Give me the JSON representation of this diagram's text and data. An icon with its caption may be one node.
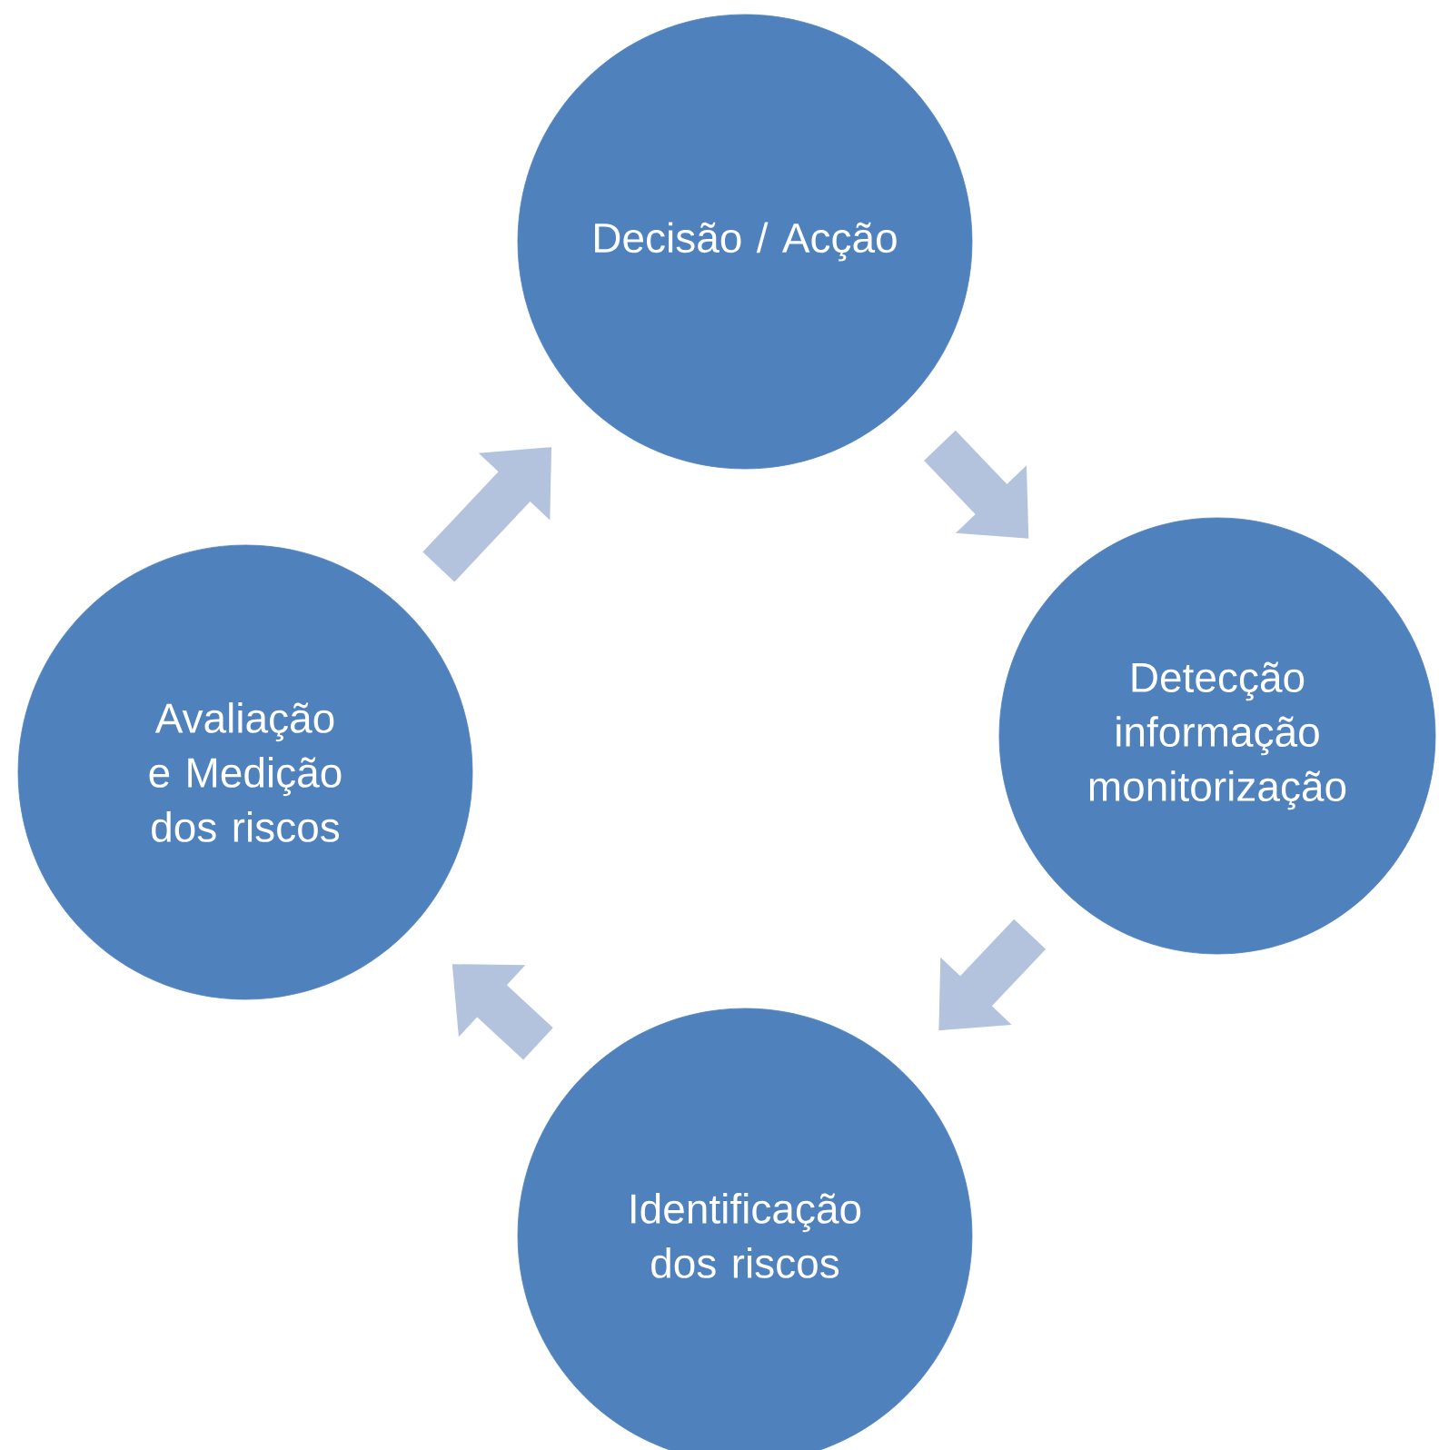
{
  "diagram": {
    "nodes": [
      {
        "text": [
          "Decisão / Acção"
        ]
      },
      {
        "text": [
          "Detecção informação monitorização"
        ]
      },
      {
        "text": [
          "Identificação dos riscos"
        ]
      },
      {
        "text": [
          "Avaliação e Medição dos riscos"
        ]
      }
    ],
    "edges": [
      {
        "from": 0,
        "to": 1,
        "arrow": "to"
      },
      {
        "from": 1,
        "to": 2,
        "arrow": "to"
      },
      {
        "from": 2,
        "to": 3,
        "arrow": "to"
      },
      {
        "from": 3,
        "to": 0,
        "arrow": "to"
      }
    ]
  }
}
